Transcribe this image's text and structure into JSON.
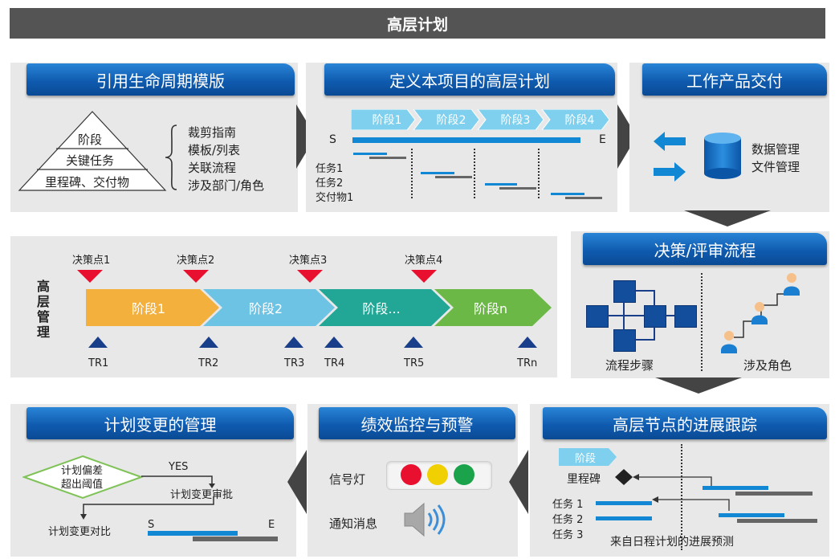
{
  "page_title": "高层计划",
  "panels": {
    "lifecycle": {
      "header": "引用生命周期模版",
      "pyramid": [
        "阶段",
        "关键任务",
        "里程碑、交付物"
      ],
      "items": [
        "裁剪指南",
        "模板/列表",
        "关联流程",
        "涉及部门/角色"
      ]
    },
    "define": {
      "header": "定义本项目的高层计划",
      "phases": [
        "阶段1",
        "阶段2",
        "阶段3",
        "阶段4"
      ],
      "start": "S",
      "end": "E",
      "rows": [
        "任务1",
        "任务2",
        "交付物1"
      ]
    },
    "deliver": {
      "header": "工作产品交付",
      "items": [
        "数据管理",
        "文件管理"
      ]
    },
    "stages": {
      "side_label": "高层管理",
      "decisions": [
        "决策点1",
        "决策点2",
        "决策点3",
        "决策点4"
      ],
      "stages": [
        "阶段1",
        "阶段2",
        "阶段...",
        "阶段n"
      ],
      "tr": [
        "TR1",
        "TR2",
        "TR3",
        "TR4",
        "TR5",
        "TRn"
      ],
      "colors": [
        "#f3b03c",
        "#6dc3e4",
        "#22a796",
        "#6cb847"
      ]
    },
    "review": {
      "header": "决策/评审流程",
      "left_label": "流程步骤",
      "right_label": "涉及角色"
    },
    "change": {
      "header": "计划变更的管理",
      "diamond": [
        "计划偏差",
        "超出阈值"
      ],
      "yes": "YES",
      "approve": "计划变更审批",
      "compare": "计划变更对比",
      "start": "S",
      "end": "E"
    },
    "monitor": {
      "header": "绩效监控与预警",
      "signal": "信号灯",
      "notify": "通知消息",
      "lights": [
        "#e8102e",
        "#f0d000",
        "#1aa34a"
      ]
    },
    "tracking": {
      "header": "高层节点的进展跟踪",
      "phase": "阶段",
      "milestone": "里程碑",
      "tasks": [
        "任务 1",
        "任务 2",
        "任务 3"
      ],
      "forecast": "来自日程计划的进展预测"
    }
  }
}
